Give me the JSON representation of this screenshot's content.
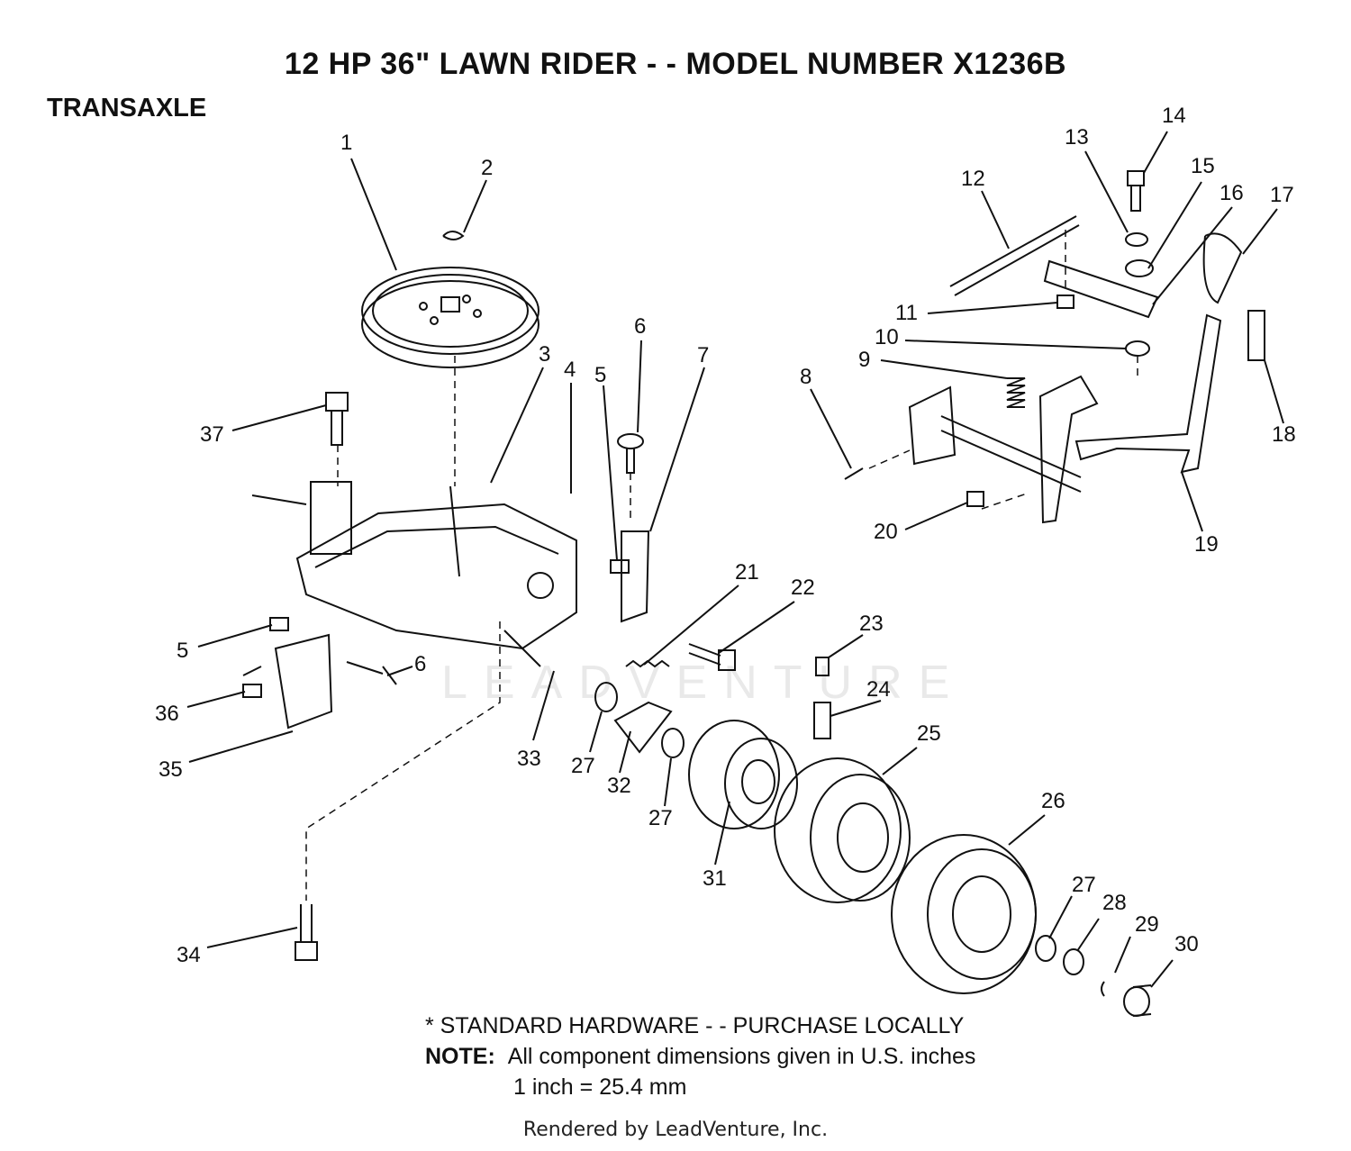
{
  "title": "12 HP 36\" LAWN RIDER - - MODEL NUMBER X1236B",
  "section": "TRANSAXLE",
  "callouts": [
    "1",
    "2",
    "3",
    "4",
    "5",
    "6",
    "7",
    "8",
    "9",
    "10",
    "11",
    "12",
    "13",
    "14",
    "15",
    "16",
    "17",
    "18",
    "19",
    "20",
    "21",
    "22",
    "23",
    "24",
    "25",
    "26",
    "27",
    "28",
    "29",
    "30",
    "31",
    "32",
    "33",
    "34",
    "35",
    "36",
    "37",
    "5",
    "6",
    "27",
    "27"
  ],
  "notes": {
    "standard_hardware": "* STANDARD HARDWARE - - PURCHASE LOCALLY",
    "note_label": "NOTE:",
    "note_text": "All component dimensions given in U.S. inches",
    "conversion": "1 inch = 25.4 mm"
  },
  "watermark": "LEADVENTURE",
  "footer": "Rendered by LeadVenture, Inc.",
  "colors": {
    "ink": "#111111",
    "watermark": "#e9e9e9"
  }
}
